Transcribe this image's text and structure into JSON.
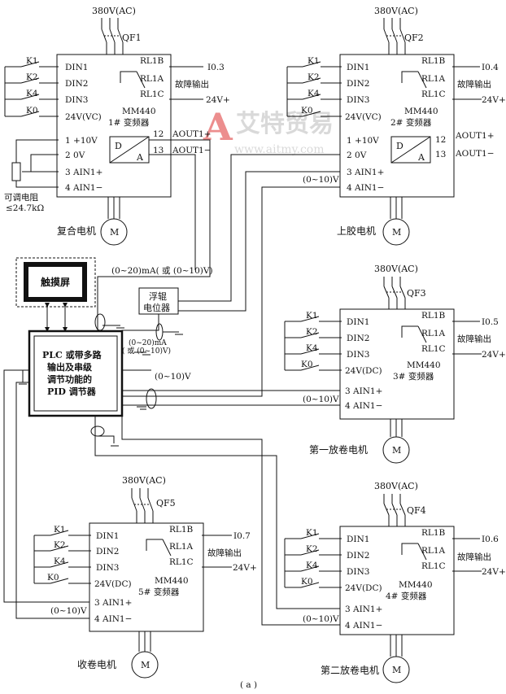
{
  "supply": "380V(AC)",
  "vfds": [
    {
      "qf": "QF1",
      "din": [
        "DIN1",
        "DIN2",
        "DIN3"
      ],
      "k": [
        "K1",
        "K2",
        "K4",
        "K0"
      ],
      "v24": "24V(VC)",
      "model": "MM440",
      "title": "1# 变频器",
      "rl": [
        "RL1B",
        "RL1A",
        "RL1C"
      ],
      "rl1b_out": "I0.3",
      "fault": "故障输出",
      "v24out": "24V+",
      "ain": [
        "1 +10V",
        "2 0V",
        "3 AIN1+",
        "4 AIN1−"
      ],
      "aout": [
        "12",
        "13",
        "AOUT1+",
        "AOUT1−"
      ],
      "da": [
        "D",
        "A"
      ],
      "motor": "M",
      "motor_label": "复合电机"
    },
    {
      "qf": "QF2",
      "din": [
        "DIN1",
        "DIN2",
        "DIN3"
      ],
      "k": [
        "K1",
        "K2",
        "K4",
        "K0"
      ],
      "v24": "24V(VC)",
      "model": "MM440",
      "title": "2# 变频器",
      "rl": [
        "RL1B",
        "RL1A",
        "RL1C"
      ],
      "rl1b_out": "I0.4",
      "fault": "故障输出",
      "v24out": "24V+",
      "ain": [
        "1 +10V",
        "2 0V",
        "3 AIN1+",
        "4 AIN1−"
      ],
      "aout": [
        "12",
        "13",
        "AOUT1+",
        "AOUT1−"
      ],
      "da": [
        "D",
        "A"
      ],
      "motor": "M",
      "motor_label": "上胶电机",
      "range": "(0~10)V"
    },
    {
      "qf": "QF3",
      "din": [
        "DIN1",
        "DIN2",
        "DIN3"
      ],
      "k": [
        "K1",
        "K2",
        "K4",
        "K0"
      ],
      "v24": "24V(DC)",
      "model": "MM440",
      "title": "3# 变频器",
      "rl": [
        "RL1B",
        "RL1A",
        "RL1C"
      ],
      "rl1b_out": "I0.5",
      "fault": "故障输出",
      "v24out": "24V+",
      "ain": [
        "3 AIN1+",
        "4 AIN1−"
      ],
      "motor": "M",
      "motor_label": "第一放卷电机",
      "range": "(0~10)V"
    },
    {
      "qf": "QF4",
      "din": [
        "DIN1",
        "DIN2",
        "DIN3"
      ],
      "k": [
        "K1",
        "K2",
        "K4",
        "K0"
      ],
      "v24": "24V(DC)",
      "model": "MM440",
      "title": "4# 变频器",
      "rl": [
        "RL1B",
        "RL1A",
        "RL1C"
      ],
      "rl1b_out": "I0.6",
      "fault": "故障输出",
      "v24out": "24V+",
      "ain": [
        "3 AIN1+",
        "4 AIN1−"
      ],
      "motor": "M",
      "motor_label": "第二放卷电机",
      "range": "(0~10)V"
    },
    {
      "qf": "QF5",
      "din": [
        "DIN1",
        "DIN2",
        "DIN3"
      ],
      "k": [
        "K1",
        "K2",
        "K4",
        "K0"
      ],
      "v24": "24V(DC)",
      "model": "MM440",
      "title": "5# 变频器",
      "rl": [
        "RL1B",
        "RL1A",
        "RL1C"
      ],
      "rl1b_out": "I0.7",
      "fault": "故障输出",
      "v24out": "24V+",
      "ain": [
        "3 AIN1+",
        "4 AIN1−"
      ],
      "motor": "M",
      "motor_label": "收卷电机",
      "range": "(0~10)V"
    }
  ],
  "pot": {
    "l1": "可调电阻",
    "l2": "≤24.7kΩ"
  },
  "touch": "触摸屏",
  "plc": [
    "PLC 或带多路",
    "输出及串级",
    "调节功能的",
    "PID 调节器"
  ],
  "float": [
    "浮辊",
    "电位器"
  ],
  "sig_ma": "(0~20)mA( 或 (0~10)V)",
  "sig_small": [
    "(0~20)mA",
    "( 或 (0~10)V)"
  ],
  "sig_v": "(0~10)V",
  "watermark": {
    "cn": "艾特贸易",
    "url": "www.aitmy.com",
    "logo": "A"
  },
  "caption": "( a )"
}
